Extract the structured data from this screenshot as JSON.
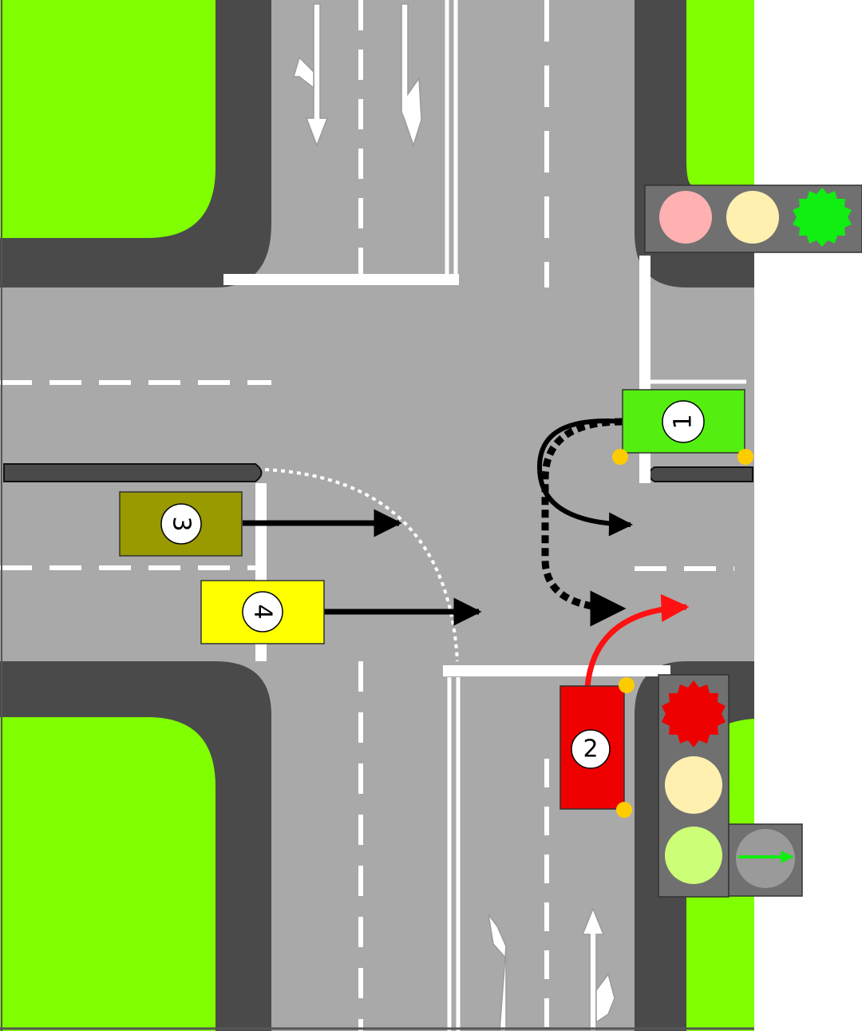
{
  "colors": {
    "grass": "#80ff00",
    "curb": "#4a4a4a",
    "road": "#a9a9a9",
    "marking": "#ffffff",
    "car_1": "#55ee11",
    "car_2": "#ee0000",
    "car_3": "#999900",
    "car_4": "#ffff00",
    "signal_red_off": "#ffb0b0",
    "signal_yellow_off": "#fff0b0",
    "signal_green_on": "#11ee11",
    "signal_red_on": "#ee0000",
    "signal_green_off": "#ccff77",
    "path_red": "#ff1111",
    "path_black": "#000000",
    "indicator": "#ffcc00"
  },
  "vehicles": [
    {
      "id": "1",
      "label": "1",
      "color_key": "car_1"
    },
    {
      "id": "2",
      "label": "2",
      "color_key": "car_2"
    },
    {
      "id": "3",
      "label": "3",
      "color_key": "car_3"
    },
    {
      "id": "4",
      "label": "4",
      "color_key": "car_4"
    }
  ],
  "traffic_lights": [
    {
      "id": "top-right",
      "active": "green",
      "orientation": "horizontal"
    },
    {
      "id": "bottom-right",
      "active": "red",
      "orientation": "vertical",
      "extra_section": "green-right-arrow-off"
    }
  ],
  "paths": [
    {
      "vehicle": "1",
      "style": "solid-black",
      "maneuver": "u-turn-to-inner-lane"
    },
    {
      "vehicle": "1",
      "style": "dotted-black",
      "maneuver": "u-turn-to-outer-lane"
    },
    {
      "vehicle": "2",
      "style": "solid-red",
      "maneuver": "right-turn"
    },
    {
      "vehicle": "3",
      "style": "solid-black",
      "maneuver": "straight"
    },
    {
      "vehicle": "4",
      "style": "solid-black",
      "maneuver": "straight"
    }
  ]
}
